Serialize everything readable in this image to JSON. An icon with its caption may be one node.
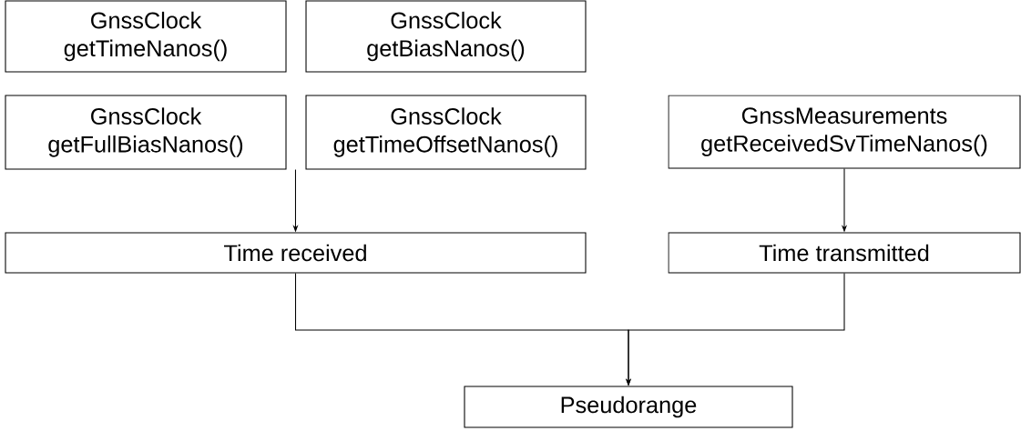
{
  "diagram": {
    "nodes": [
      {
        "text": [
          "GnssClock",
          "getTimeNanos()"
        ]
      },
      {
        "text": [
          "GnssClock",
          "getBiasNanos()"
        ]
      },
      {
        "text": [
          "GnssClock",
          "getFullBiasNanos()"
        ]
      },
      {
        "text": [
          "GnssClock",
          "getTimeOffsetNanos()"
        ]
      },
      {
        "text": [
          "GnssMeasurements",
          "getReceivedSvTimeNanos()"
        ]
      },
      {
        "text": [
          "Time received"
        ]
      },
      {
        "text": [
          "Time transmitted"
        ]
      },
      {
        "text": [
          "Pseudorange"
        ]
      }
    ],
    "edges": [
      {
        "from": 3,
        "to": 5,
        "arrow": "to"
      },
      {
        "from": 4,
        "to": 6,
        "arrow": "to"
      },
      {
        "from": 5,
        "to": 7,
        "arrow": "to"
      },
      {
        "from": 6,
        "to": 7,
        "arrow": "to"
      }
    ]
  }
}
